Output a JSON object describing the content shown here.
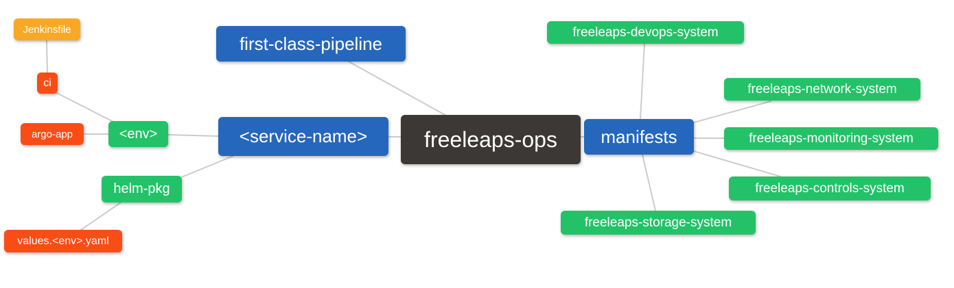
{
  "diagram": {
    "type": "mindmap",
    "root_label": "freeleaps-ops",
    "palette": {
      "blue": "#2667BE",
      "green": "#23C268",
      "orange": "#F9A825",
      "red": "#F94D16",
      "dark": "#3B3835",
      "edge": "#CCCCCC",
      "text": "#FFFFFF",
      "background": "#FFFFFF"
    },
    "nodes": [
      {
        "id": "freeleaps-ops",
        "label": "freeleaps-ops",
        "color": "dark"
      },
      {
        "id": "first-class-pipeline",
        "label": "first-class-pipeline",
        "color": "blue"
      },
      {
        "id": "service-name",
        "label": "<service-name>",
        "color": "blue"
      },
      {
        "id": "env",
        "label": "<env>",
        "color": "green"
      },
      {
        "id": "ci",
        "label": "ci",
        "color": "red"
      },
      {
        "id": "jenkinsfile",
        "label": "Jenkinsfile",
        "color": "orange"
      },
      {
        "id": "argo-app",
        "label": "argo-app",
        "color": "red"
      },
      {
        "id": "helm-pkg",
        "label": "helm-pkg",
        "color": "green"
      },
      {
        "id": "values-env-yaml",
        "label": "values.<env>.yaml",
        "color": "red"
      },
      {
        "id": "manifests",
        "label": "manifests",
        "color": "blue"
      },
      {
        "id": "freeleaps-devops-system",
        "label": "freeleaps-devops-system",
        "color": "green"
      },
      {
        "id": "freeleaps-network-system",
        "label": "freeleaps-network-system",
        "color": "green"
      },
      {
        "id": "freeleaps-monitoring-system",
        "label": "freeleaps-monitoring-system",
        "color": "green"
      },
      {
        "id": "freeleaps-controls-system",
        "label": "freeleaps-controls-system",
        "color": "green"
      },
      {
        "id": "freeleaps-storage-system",
        "label": "freeleaps-storage-system",
        "color": "green"
      }
    ],
    "edges": [
      {
        "from": "freeleaps-ops",
        "to": "first-class-pipeline"
      },
      {
        "from": "freeleaps-ops",
        "to": "service-name"
      },
      {
        "from": "freeleaps-ops",
        "to": "manifests"
      },
      {
        "from": "service-name",
        "to": "env"
      },
      {
        "from": "service-name",
        "to": "helm-pkg"
      },
      {
        "from": "env",
        "to": "ci"
      },
      {
        "from": "env",
        "to": "argo-app"
      },
      {
        "from": "ci",
        "to": "jenkinsfile"
      },
      {
        "from": "helm-pkg",
        "to": "values-env-yaml"
      },
      {
        "from": "manifests",
        "to": "freeleaps-devops-system"
      },
      {
        "from": "manifests",
        "to": "freeleaps-network-system"
      },
      {
        "from": "manifests",
        "to": "freeleaps-monitoring-system"
      },
      {
        "from": "manifests",
        "to": "freeleaps-controls-system"
      },
      {
        "from": "manifests",
        "to": "freeleaps-storage-system"
      }
    ]
  }
}
